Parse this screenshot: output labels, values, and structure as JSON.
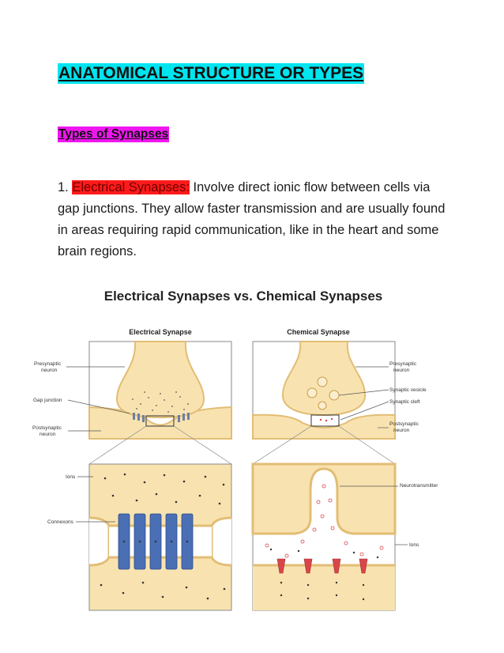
{
  "document": {
    "heading": "ANATOMICAL STRUCTURE OR TYPES",
    "subheading": "Types of Synapses",
    "item_number": "1.",
    "item_term": "Electrical Synapses:",
    "item_text": "Involve direct ionic flow between cells via gap junctions. They allow faster transmission and are usually found in areas requiring rapid communication, like in the heart and some brain regions."
  },
  "figure": {
    "title": "Electrical Synapses vs. Chemical Synapses",
    "left_title": "Electrical Synapse",
    "right_title": "Chemical Synapse",
    "left_labels": {
      "presynaptic_1": "Presynaptic",
      "presynaptic_2": "neuron",
      "gap_junction": "Gap junction",
      "postsynaptic_1": "Postsynaptic",
      "postsynaptic_2": "neuron",
      "ions": "Ions",
      "connexons": "Connexons"
    },
    "right_labels": {
      "presynaptic_1": "Presynaptic",
      "presynaptic_2": "neuron",
      "synaptic_vesicle": "Synaptic vesicle",
      "synaptic_cleft": "Synaptic cleft",
      "postsynaptic_1": "Postsynaptic",
      "postsynaptic_2": "neuron",
      "neurotransmitter": "Neurotransmitter",
      "ions": "Ions"
    },
    "colors": {
      "cell": "#f8e3b0",
      "membrane": "#e9c77c",
      "channel": "#4a6fb5",
      "receptor": "#d9464a",
      "vesicle": "#fbeed0",
      "highlight_cyan": "#00e5ef",
      "highlight_magenta": "#f016f0",
      "highlight_red": "#ff1b1b"
    }
  }
}
